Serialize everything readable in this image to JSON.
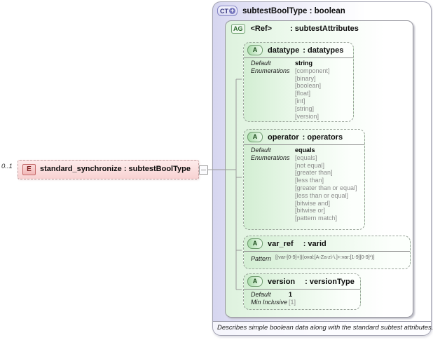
{
  "colors": {
    "element_accent": "#c46a6a",
    "attribute_accent": "#6d9a6d",
    "complextype_accent": "#8585c5"
  },
  "element": {
    "multiplicity": "0..1",
    "badge": "E",
    "label": "standard_synchronize : subtestBoolType"
  },
  "complex_type": {
    "badge": "CT",
    "plus": "+",
    "title": "subtestBoolType : boolean",
    "annotation": "Describes simple boolean data along with the standard subtest attributes."
  },
  "attribute_group": {
    "badge": "AG",
    "name": "<Ref>",
    "type": ": subtestAttributes"
  },
  "labels": {
    "default": "Default",
    "enumerations": "Enumerations",
    "pattern": "Pattern",
    "min_inclusive": "Min Inclusive"
  },
  "attributes": [
    {
      "badge": "A",
      "name": "datatype",
      "type": ": datatypes",
      "default": "string",
      "enumerations": [
        "[component]",
        "[binary]",
        "[boolean]",
        "[float]",
        "[int]",
        "[string]",
        "[version]"
      ]
    },
    {
      "badge": "A",
      "name": "operator",
      "type": ": operators",
      "default": "equals",
      "enumerations": [
        "[equals]",
        "[not equal]",
        "[greater than]",
        "[less than]",
        "[greater than or equal]",
        "[less than or equal]",
        "[bitwise and]",
        "[bitwise or]",
        "[pattern match]"
      ]
    },
    {
      "badge": "A",
      "name": "var_ref",
      "type": ": varid",
      "pattern": "[(var-[0-9]+)|(oval:[A-Za-z\\-\\.]+:var:[1-9][0-9]*)]"
    },
    {
      "badge": "A",
      "name": "version",
      "type": ": versionType",
      "default": "1",
      "min_inclusive": "[1]"
    }
  ]
}
